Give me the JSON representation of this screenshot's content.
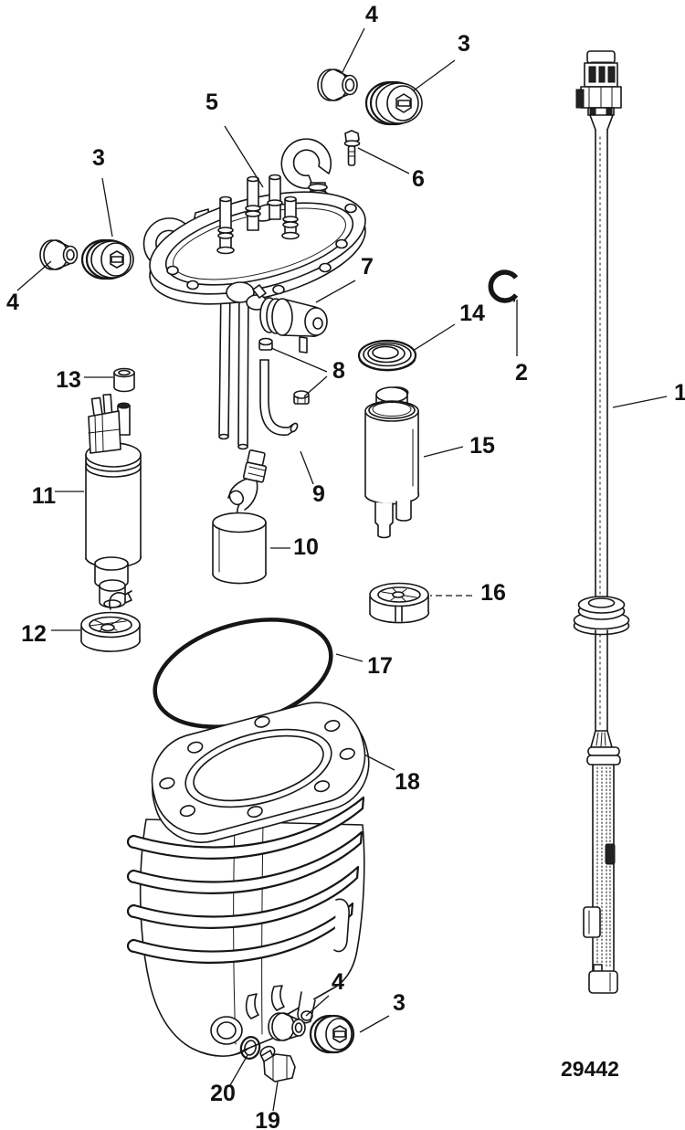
{
  "diagram": {
    "drawing_number": "29442",
    "callouts": [
      {
        "label": "4"
      },
      {
        "label": "3"
      },
      {
        "label": "5"
      },
      {
        "label": "6"
      },
      {
        "label": "3"
      },
      {
        "label": "4"
      },
      {
        "label": "7"
      },
      {
        "label": "14"
      },
      {
        "label": "2"
      },
      {
        "label": "8"
      },
      {
        "label": "13"
      },
      {
        "label": "1"
      },
      {
        "label": "15"
      },
      {
        "label": "11"
      },
      {
        "label": "9"
      },
      {
        "label": "10"
      },
      {
        "label": "16"
      },
      {
        "label": "12"
      },
      {
        "label": "17"
      },
      {
        "label": "18"
      },
      {
        "label": "4"
      },
      {
        "label": "3"
      },
      {
        "label": "20"
      },
      {
        "label": "19"
      }
    ]
  }
}
